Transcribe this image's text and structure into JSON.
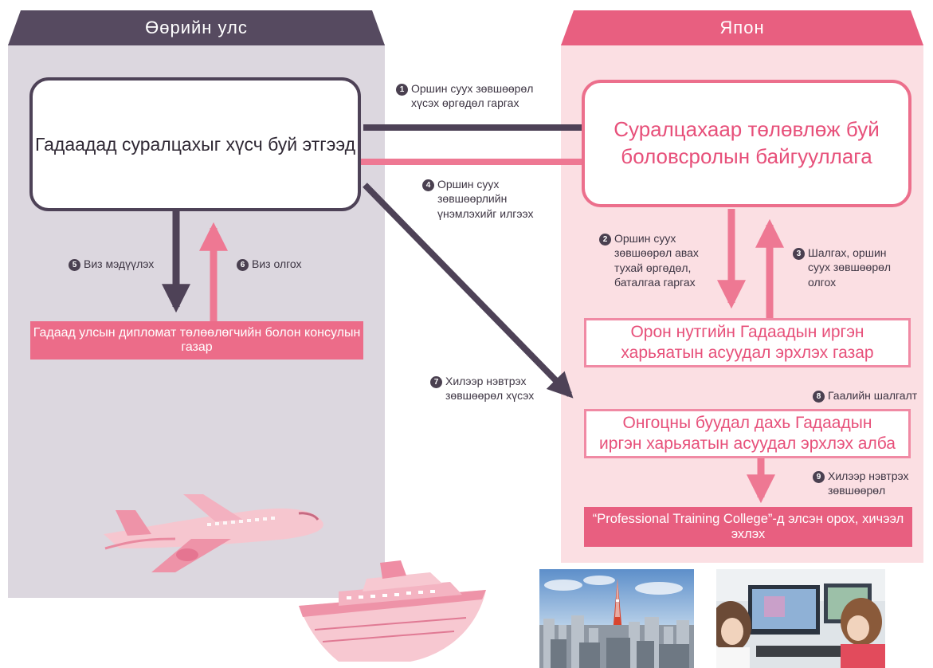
{
  "regions": {
    "home_country": "Өөрийн улс",
    "japan": "Япон"
  },
  "boxes": {
    "applicant": "Гадаадад суралцахыг хүсч буй этгээд",
    "school_line1": "Суралцахаар төлөвлөж буй",
    "school_line2": "боловсролын байгууллага",
    "consulate": "Гадаад улсын дипломат төлөөлөгчийн болон консулын газар",
    "immigration_local_line1": "Орон нутгийн Гадаадын иргэн",
    "immigration_local_line2": "харьяатын асуудал эрхлэх газар",
    "immigration_airport_line1": "Онгоцны буудал дахь Гадаадын",
    "immigration_airport_line2": "иргэн харьяатын асуудал эрхлэх алба",
    "admission": "“Professional Training College”-д элсэн орох, хичээл эхлэх"
  },
  "steps": [
    {
      "num": "1",
      "lines": [
        "Оршин суух зөвшөөрөл",
        "хүсэх өргөдөл гаргах"
      ]
    },
    {
      "num": "2",
      "lines": [
        "Оршин суух",
        "зөвшөөрөл авах",
        "тухай өргөдөл,",
        "баталгаа гаргах"
      ]
    },
    {
      "num": "3",
      "lines": [
        "Шалгах, оршин",
        "суух зөвшөөрөл",
        "олгох"
      ]
    },
    {
      "num": "4",
      "lines": [
        "Оршин суух",
        "зөвшөөрлийн",
        "үнэмлэхийг илгээх"
      ]
    },
    {
      "num": "5",
      "lines": [
        "Виз мэдүүлэх"
      ]
    },
    {
      "num": "6",
      "lines": [
        "Виз олгох"
      ]
    },
    {
      "num": "7",
      "lines": [
        "Хилээр нэвтрэх",
        "зөвшөөрөл хүсэх"
      ]
    },
    {
      "num": "8",
      "lines": [
        "Гаалийн шалгалт"
      ]
    },
    {
      "num": "9",
      "lines": [
        "Хилээр нэвтрэх",
        "зөвшөөрөл"
      ]
    }
  ],
  "images": [
    {
      "name": "airplane"
    },
    {
      "name": "cruise-ship"
    },
    {
      "name": "tokyo-tower-cityscape"
    },
    {
      "name": "students-at-computers"
    }
  ],
  "colors": {
    "dark_purple": "#4e4257",
    "pink": "#e85f80",
    "left_panel_bg": "#dcd7df",
    "right_panel_bg": "#fbdfe3"
  }
}
